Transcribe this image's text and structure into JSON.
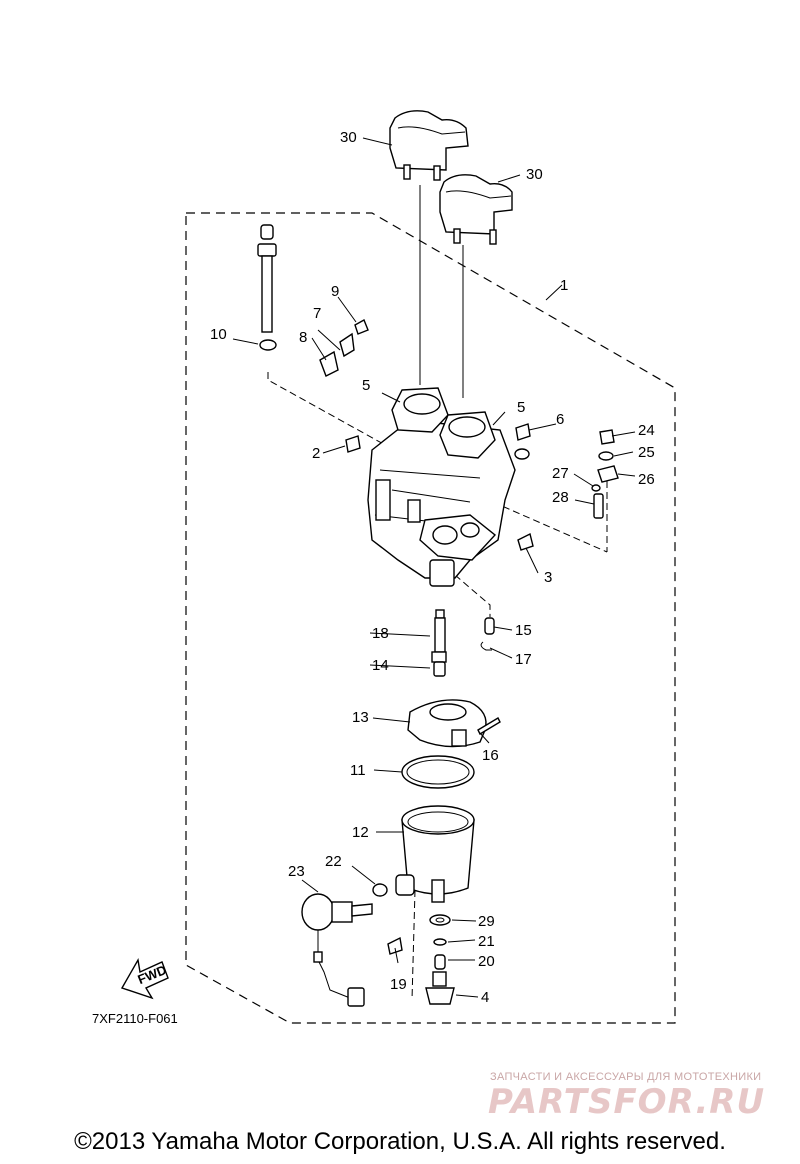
{
  "diagram": {
    "drawing_code": "7XF2110-F061",
    "direction_arrow_label": "FWD",
    "callouts": {
      "c1": "1",
      "c2": "2",
      "c3": "3",
      "c4": "4",
      "c5a": "5",
      "c5b": "5",
      "c6": "6",
      "c7": "7",
      "c8": "8",
      "c9": "9",
      "c10": "10",
      "c11": "11",
      "c12": "12",
      "c13": "13",
      "c14": "14",
      "c15": "15",
      "c16": "16",
      "c17": "17",
      "c18": "18",
      "c19": "19",
      "c20": "20",
      "c21": "21",
      "c22": "22",
      "c23": "23",
      "c24": "24",
      "c25": "25",
      "c26": "26",
      "c27": "27",
      "c28": "28",
      "c29": "29",
      "c30a": "30",
      "c30b": "30"
    }
  },
  "watermark": {
    "tagline": "ЗАПЧАСТИ И АКСЕССУАРЫ ДЛЯ МОТОТЕХНИКИ",
    "brand": "PARTSFOR.RU"
  },
  "footer": {
    "copyright": "©2013 Yamaha Motor Corporation, U.S.A. All rights reserved."
  }
}
